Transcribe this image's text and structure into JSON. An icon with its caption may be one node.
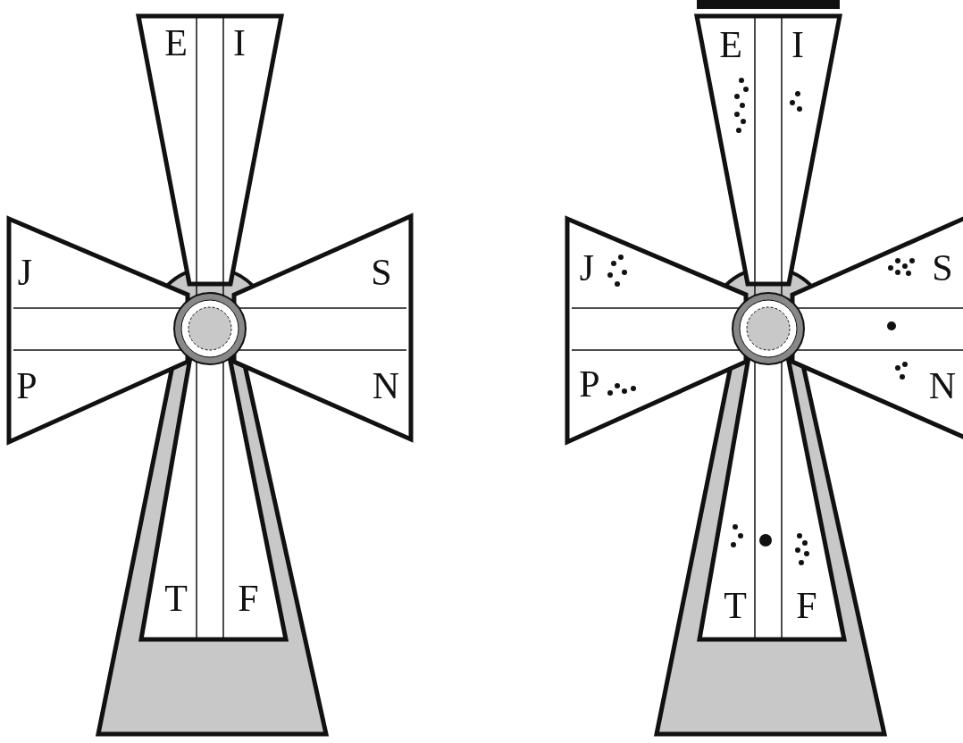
{
  "diagram": {
    "labels": [
      "E",
      "I",
      "J",
      "S",
      "P",
      "N",
      "T",
      "F",
      "E",
      "I",
      "J",
      "S",
      "P",
      "N",
      "T",
      "F"
    ]
  }
}
